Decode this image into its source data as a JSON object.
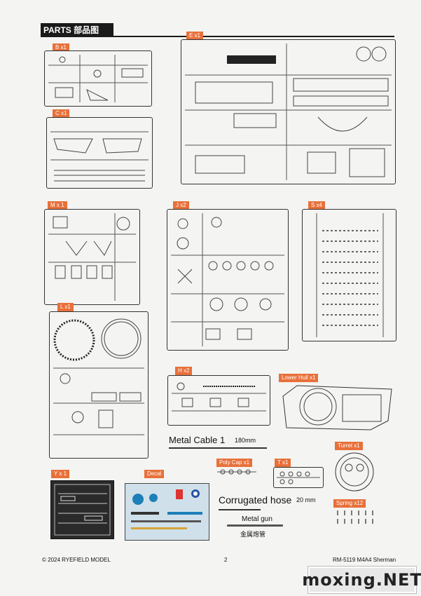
{
  "header": {
    "title": "PARTS  部品图"
  },
  "sprues": {
    "B": "B x1",
    "C": "C x1",
    "E": "E x1",
    "M": "M x 1",
    "J": "J x2",
    "S": "S x4",
    "L": "L x1",
    "H": "H x2",
    "lower_hull": "Lower Hull x1",
    "turret": "Turret x1",
    "Y": "Y x 1",
    "decal": "Decal",
    "poly_cap": "Poly Cap x1",
    "T": "T x1",
    "spring": "Spring x12"
  },
  "items": {
    "metal_cable": "Metal Cable 1",
    "metal_cable_len": "180mm",
    "corrugated_hose": "Corrugated hose",
    "corrugated_hose_len": "20  mm",
    "metal_gun": "Metal gun",
    "metal_gun_cn": "金属炮管"
  },
  "footer": {
    "copyright": "© 2024 RYEFIELD MODEL",
    "page_number": "2",
    "product": "RM-5119 M4A4 Sherman"
  },
  "watermark": "moxing.NET"
}
